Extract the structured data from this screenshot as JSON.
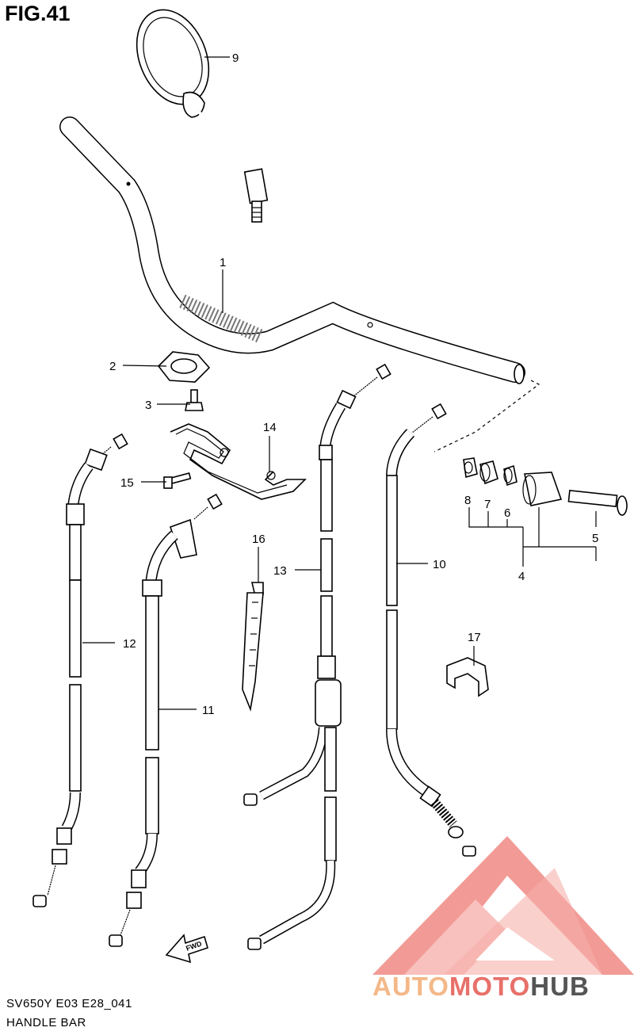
{
  "figure": {
    "title": "FIG.41",
    "model_code": "SV650Y E03 E28_041",
    "name": "HANDLE BAR"
  },
  "callouts": [
    "1",
    "2",
    "3",
    "4",
    "5",
    "6",
    "7",
    "8",
    "9",
    "10",
    "11",
    "12",
    "13",
    "14",
    "15",
    "16",
    "17"
  ],
  "fwd_label": "FWD",
  "watermark": {
    "brand_part_1": "AUTO",
    "brand_part_2": "MOTO",
    "brand_part_3": "HUB",
    "color_light": "#f4b888",
    "color_red": "#e8706a",
    "color_dark": "#555555"
  }
}
